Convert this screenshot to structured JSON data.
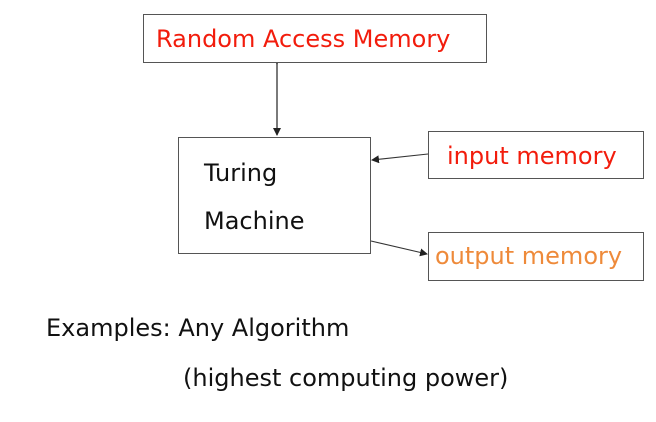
{
  "diagram": {
    "ram": {
      "label": "Random Access Memory",
      "color": "#f21c0c"
    },
    "turing_machine": {
      "line1": "Turing",
      "line2": "Machine"
    },
    "input_memory": {
      "label": "input memory",
      "color": "#f21c0c"
    },
    "output_memory": {
      "label": "output memory",
      "color": "#ee8a3a"
    },
    "connections": [
      {
        "from": "ram",
        "to": "turing_machine",
        "type": "bidirectional"
      },
      {
        "from": "input_memory",
        "to": "turing_machine",
        "type": "directed"
      },
      {
        "from": "turing_machine",
        "to": "output_memory",
        "type": "directed"
      }
    ]
  },
  "caption": {
    "examples": "Examples: Any Algorithm",
    "note": "(highest computing power)"
  }
}
